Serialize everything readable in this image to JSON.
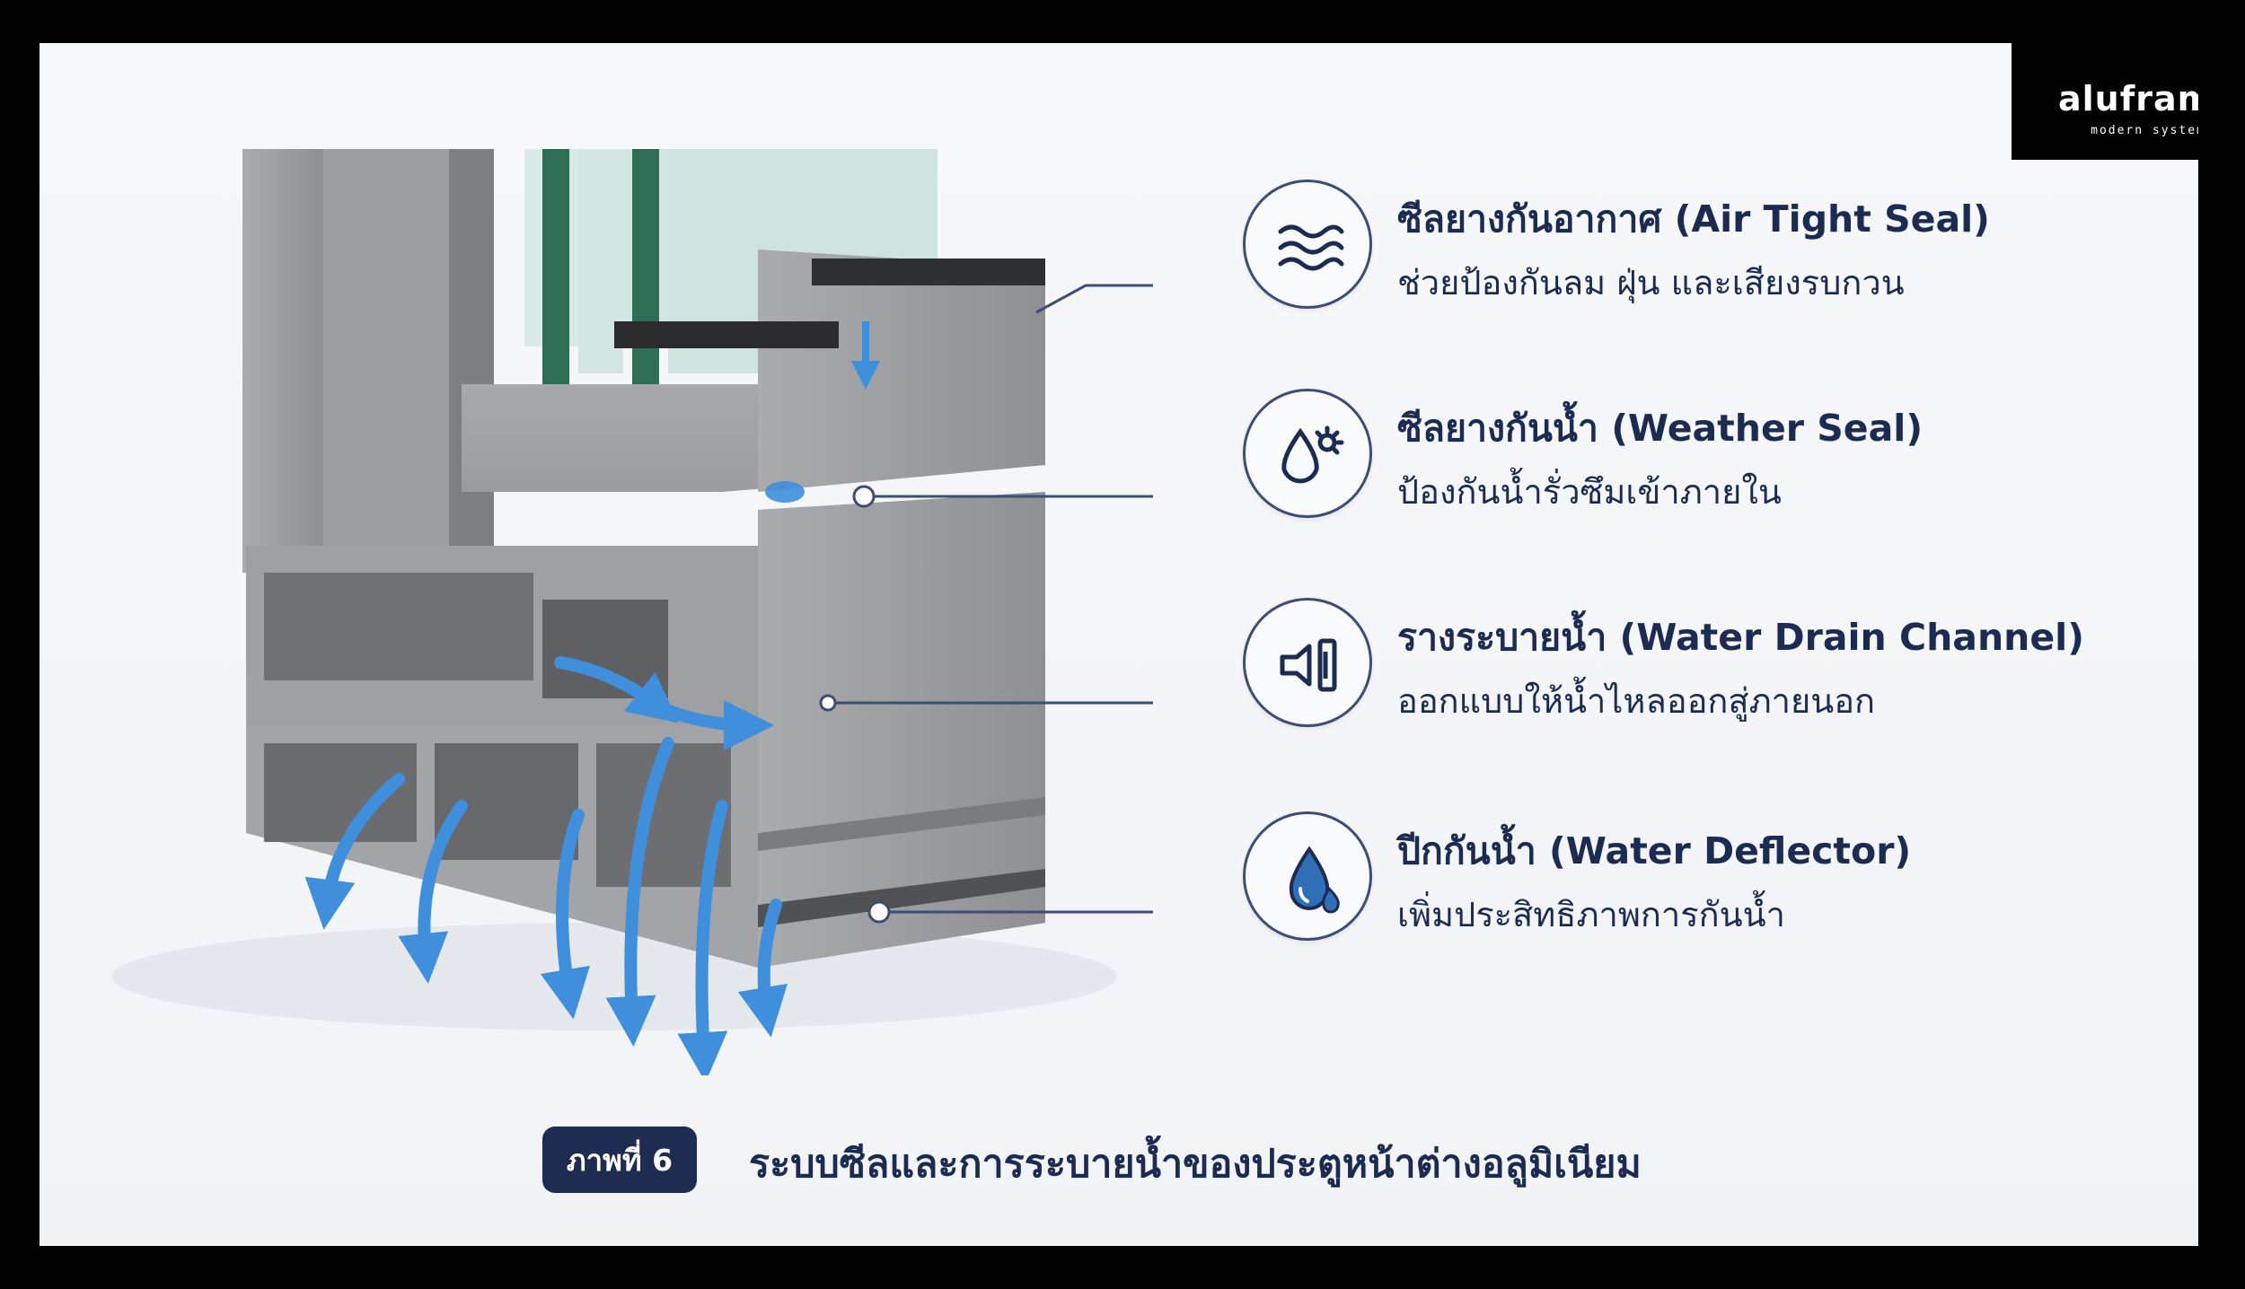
{
  "brand": {
    "name": "aluframe",
    "tagline": "modern system"
  },
  "features": [
    {
      "icon": "air-waves-icon",
      "title": "ซีลยางกันอากาศ (Air Tight Seal)",
      "desc": "ช่วยป้องกันลม ฝุ่น และเสียงรบกวน"
    },
    {
      "icon": "water-drop-sun-icon",
      "title": "ซีลยางกันน้ำ (Weather Seal)",
      "desc": "ป้องกันน้ำรั่วซึมเข้าภายใน"
    },
    {
      "icon": "drain-channel-icon",
      "title": "รางระบายน้ำ (Water Drain Channel)",
      "desc": "ออกแบบให้น้ำไหลออกสู่ภายนอก"
    },
    {
      "icon": "water-drops-icon",
      "title": "ปีกกันน้ำ (Water Deflector)",
      "desc": "เพิ่มประสิทธิภาพการกันน้ำ"
    }
  ],
  "caption": {
    "badge": "ภาพที่ 6",
    "text": "ระบบซีลและการระบายน้ำของประตูหน้าต่างอลูมิเนียม"
  },
  "colors": {
    "navy": "#1c2b52",
    "badge": "#1f2c52",
    "water": "#3f8fdc",
    "aluminium": "#8a8c8f",
    "glass": "#cfe3df",
    "gasket": "#2d6e55"
  }
}
